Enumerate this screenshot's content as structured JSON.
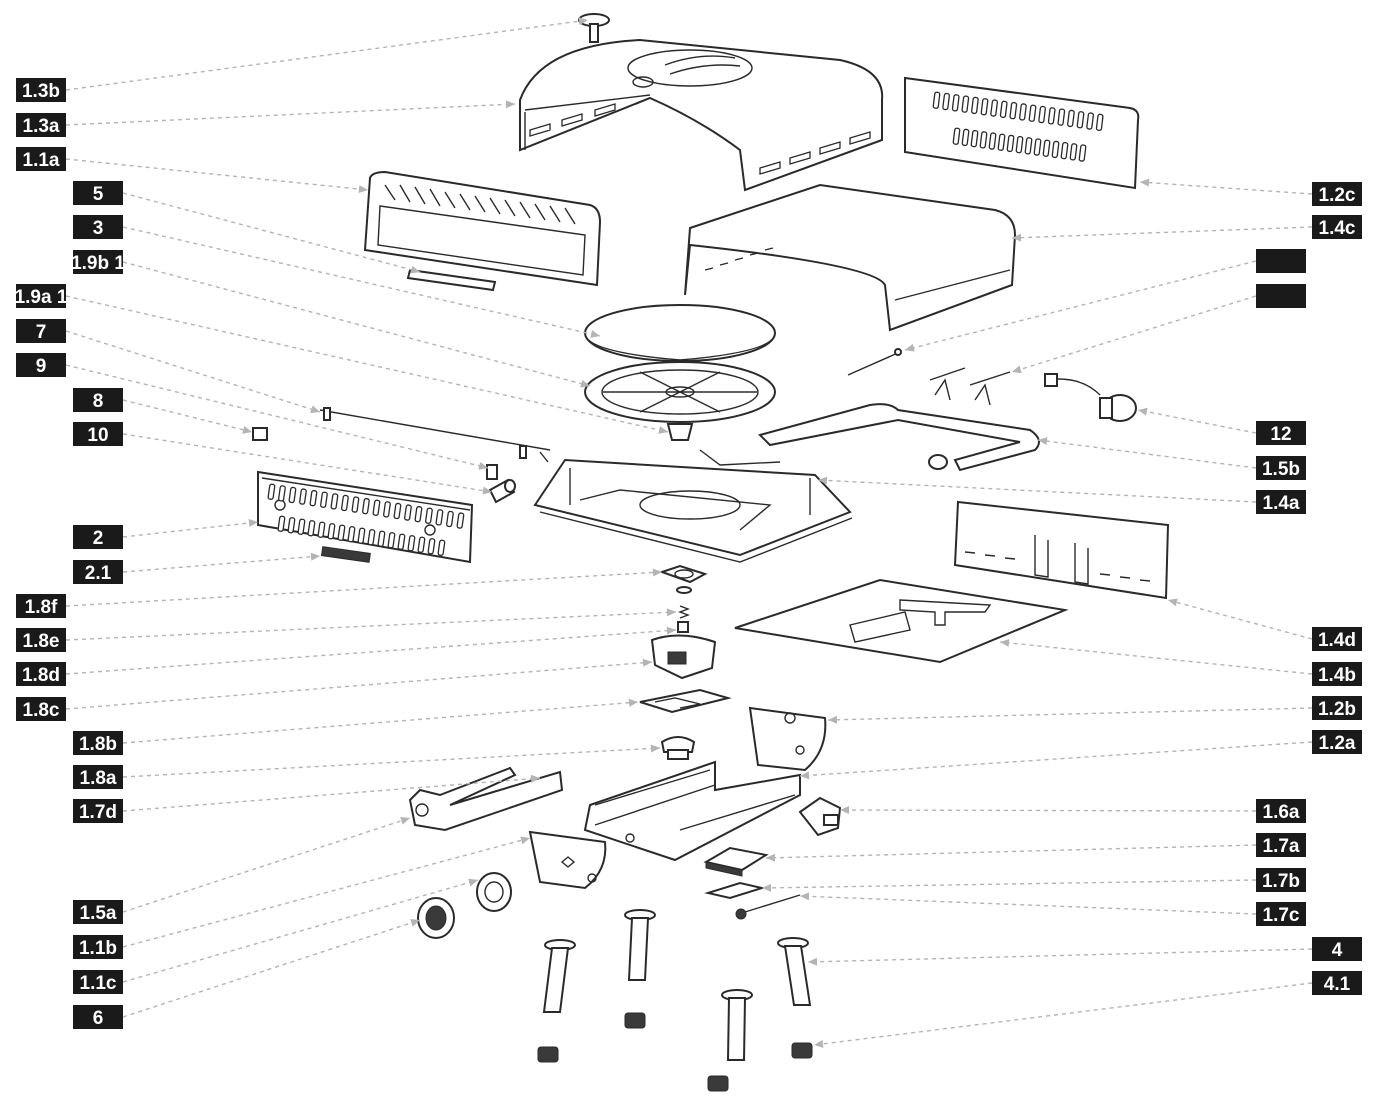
{
  "labels": {
    "l_1_3b": "1.3b",
    "l_1_3a": "1.3a",
    "l_1_1a": "1.1a",
    "l_5": "5",
    "l_3": "3",
    "l_1_9b": "1.9b 1",
    "l_1_9a": "1.9a 1",
    "l_7": "7",
    "l_9": "9",
    "l_8": "8",
    "l_10": "10",
    "l_2": "2",
    "l_2_1": "2.1",
    "l_1_8f": "1.8f",
    "l_1_8e": "1.8e",
    "l_1_8d": "1.8d",
    "l_1_8c": "1.8c",
    "l_1_8b": "1.8b",
    "l_1_8a": "1.8a",
    "l_1_7d": "1.7d",
    "l_1_5a": "1.5a",
    "l_1_1b": "1.1b",
    "l_1_1c": "1.1c",
    "l_6": "6",
    "l_1_2c": "1.2c",
    "l_1_4c": "1.4c",
    "l_blank1": "",
    "l_blank2": "",
    "l_12": "12",
    "l_1_5b": "1.5b",
    "l_1_4a": "1.4a",
    "l_1_4d": "1.4d",
    "l_1_4b": "1.4b",
    "l_1_2b": "1.2b",
    "l_1_2a": "1.2a",
    "l_1_6a": "1.6a",
    "l_1_7a": "1.7a",
    "l_1_7b": "1.7b",
    "l_1_7c": "1.7c",
    "l_4": "4",
    "l_4_1": "4.1"
  },
  "colors": {
    "label_background": "#1a1a1a",
    "label_text": "#ffffff",
    "leader_line": "#b4b4b4",
    "part_outline": "#2a2a2a"
  }
}
